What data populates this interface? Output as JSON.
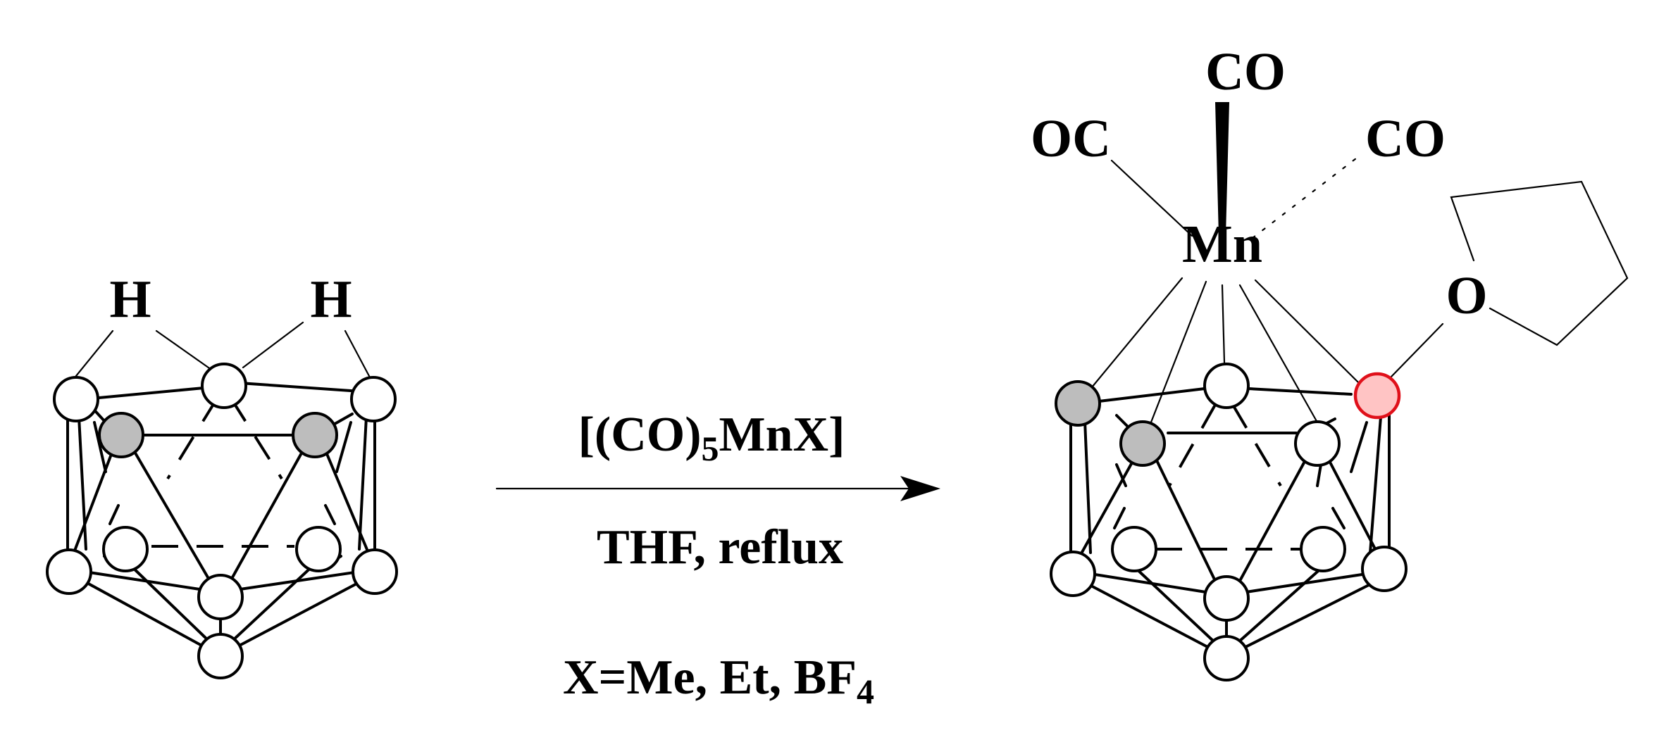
{
  "reactant": {
    "h_left": "H",
    "h_right": "H"
  },
  "reagent": {
    "bracket_open": "[(CO)",
    "subscript": "5",
    "bracket_rest": "MnX]"
  },
  "conditions": "THF, reflux",
  "substituents": {
    "prefix": "X=Me, Et, BF",
    "subscript": "4"
  },
  "product": {
    "metal": "Mn",
    "co_top": "CO",
    "co_left": "OC",
    "co_right": "CO",
    "oxygen": "O"
  },
  "colors": {
    "boron_atom": "#ffffff",
    "carbon_atom": "#bdbdbd",
    "substituted_atom_fill": "#ffc4c4",
    "substituted_atom_stroke": "#e0101a",
    "bond": "#000000"
  }
}
